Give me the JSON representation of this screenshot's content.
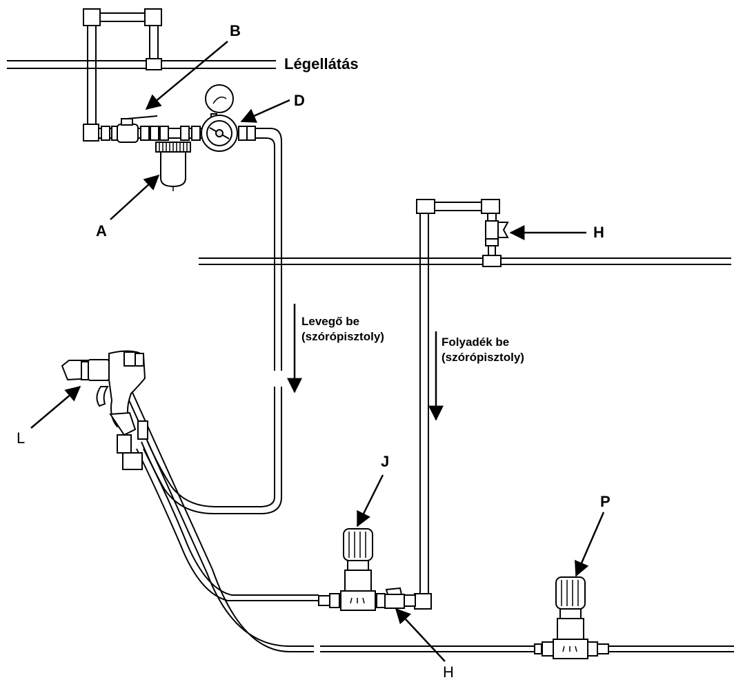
{
  "labels": {
    "air_supply": "Légellátás",
    "air_in_line1": "Levegő be",
    "air_in_line2": "(szórópisztoly)",
    "fluid_in_line1": "Folyadék be",
    "fluid_in_line2": "(szórópisztoly)"
  },
  "callouts": {
    "A": "A",
    "B": "B",
    "D": "D",
    "H_top": "H",
    "H_bottom": "H",
    "J": "J",
    "L": "L",
    "P": "P"
  },
  "colors": {
    "line": "#000000",
    "background": "#ffffff"
  }
}
